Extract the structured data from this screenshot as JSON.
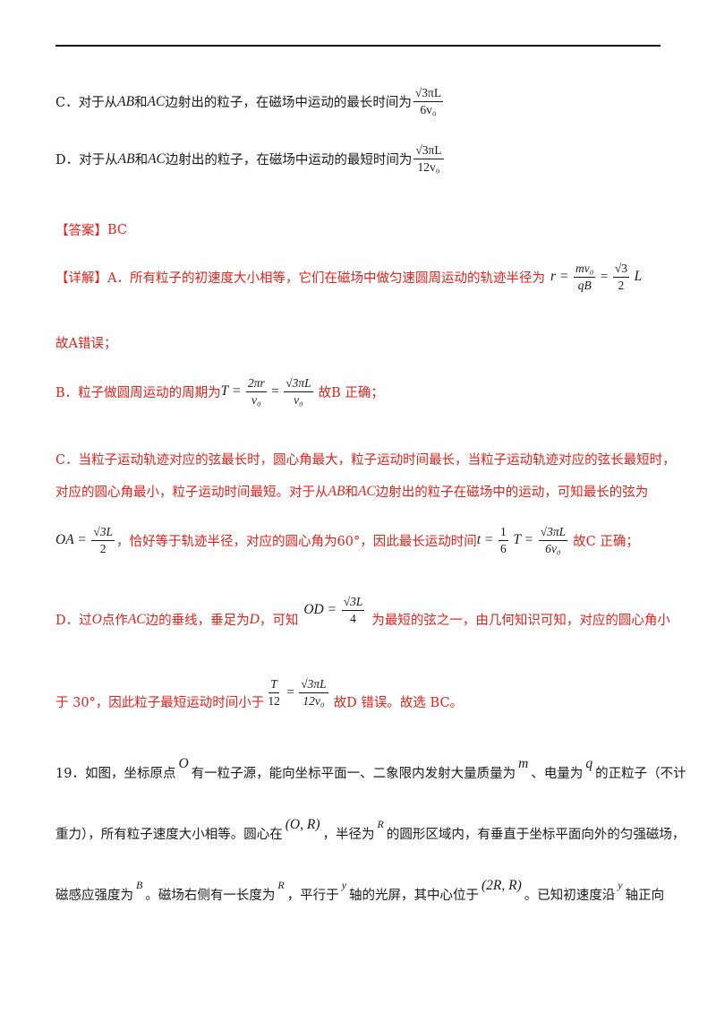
{
  "options": {
    "c_prefix": "C．对于从",
    "c_ab": "AB",
    "c_and": "和",
    "c_ac": "AC",
    "c_text": "边射出的粒子，在磁场中运动的最长时间为",
    "c_frac_num": "√3πL",
    "c_frac_den": "6v₀",
    "d_prefix": "D．对于从",
    "d_ab": "AB",
    "d_and": "和",
    "d_ac": "AC",
    "d_text": "边射出的粒子，在磁场中运动的最短时间为",
    "d_frac_num": "√3πL",
    "d_frac_den": "12v₀"
  },
  "answer": {
    "label": "【答案】",
    "value": "BC"
  },
  "detail": {
    "label": "【详解】",
    "a_text": "A．所有粒子的初速度大小相等，它们在磁场中做匀速圆周运动的轨迹半径为",
    "a_r": "r =",
    "a_f1_num": "mv₀",
    "a_f1_den": "qB",
    "a_eq": "=",
    "a_f2_num": "√3",
    "a_f2_den": "2",
    "a_L": "L",
    "a_conclusion": "故A错误；",
    "b_text": "B．粒子做圆周运动的周期为",
    "b_T": "T =",
    "b_f1_num": "2πr",
    "b_f1_den": "v₀",
    "b_eq": "=",
    "b_f2_num": "√3πL",
    "b_f2_den": "v₀",
    "b_conclusion": "故B 正确；",
    "c_line1": "C．当粒子运动轨迹对应的弦最长时，圆心角最大，粒子运动时间最长，当粒子运动轨迹对应的弦长最短时，",
    "c_line2_a": "对应的圆心角最小，粒子运动时间最短。对于从",
    "c_line2_ab": "AB",
    "c_line2_and": "和",
    "c_line2_ac": "AC",
    "c_line2_b": "边射出的粒子在磁场中的运动，可知最长的弦为",
    "c_OA": "OA =",
    "c_f1_num": "√3L",
    "c_f1_den": "2",
    "c_line3_text": "，恰好等于轨迹半径，对应的圆心角为60°，因此最长运动时间",
    "c_t": "t =",
    "c_f2_num": "1",
    "c_f2_den": "6",
    "c_T": "T =",
    "c_f3_num": "√3πL",
    "c_f3_den": "6v₀",
    "c_conclusion": "故C 正确；",
    "d_text_a": "D．过",
    "d_O": "O",
    "d_text_b": "点作",
    "d_AC": "AC",
    "d_text_c": "边的垂线，垂足为",
    "d_D": "D",
    "d_text_d": "，可知",
    "d_OD": "OD =",
    "d_f1_num": "√3L",
    "d_f1_den": "4",
    "d_text_e": "为最短的弦之一，由几何知识可知，对应的圆心角小",
    "d_line2_a": "于 30°，因此粒子最短运动时间小于",
    "d_f2_num": "T",
    "d_f2_den": "12",
    "d_eq": "=",
    "d_f3_num": "√3πL",
    "d_f3_den": "12v₀",
    "d_conclusion": "故D 错误。故选 BC。"
  },
  "question19": {
    "line1_a": "19．如图，坐标原点",
    "O": "O",
    "line1_b": "有一粒子源，能向坐标平面一、二象限内发射大量质量为",
    "m": "m",
    "line1_c": "、电量为",
    "q": "q",
    "line1_d": "的正粒子（不计",
    "line2_a": "重力），所有粒子速度大小相等。圆心在",
    "center": "(O, R)",
    "line2_b": "，半径为",
    "R1": "R",
    "line2_c": "的圆形区域内，有垂直于坐标平面向外的匀强磁场，",
    "line3_a": "磁感应强度为",
    "B": "B",
    "line3_b": "。磁场右侧有一长度为",
    "R2": "R",
    "line3_c": "，平行于",
    "y1": "y",
    "line3_d": "轴的光屏，其中心位于",
    "screen_center": "(2R, R)",
    "line3_e": "。已知初速度沿",
    "y2": "y",
    "line3_f": "轴正向"
  }
}
